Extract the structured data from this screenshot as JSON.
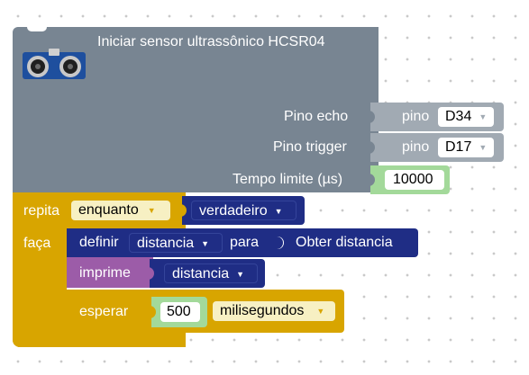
{
  "init_block": {
    "title": "Iniciar sensor ultrassônico HCSR04",
    "echo_label": "Pino echo",
    "trigger_label": "Pino trigger",
    "timeout_label": "Tempo limite (µs)",
    "echo_pin": {
      "prefix": "pino",
      "value": "D34"
    },
    "trigger_pin": {
      "prefix": "pino",
      "value": "D17"
    },
    "timeout_value": "10000"
  },
  "loop_block": {
    "repeat_label": "repita",
    "mode": "enquanto",
    "condition": "verdadeiro",
    "do_label": "faça"
  },
  "set_block": {
    "label": "definir",
    "variable": "distancia",
    "to_label": "para",
    "value_label": "Obter distancia"
  },
  "print_block": {
    "label": "imprime",
    "variable": "distancia"
  },
  "wait_block": {
    "label": "esperar",
    "value": "500",
    "unit": "milisegundos"
  },
  "colors": {
    "sensor_block": "#788592",
    "pin_block": "#a1aab3",
    "loop_block": "#d8a500",
    "boolean_block": "#1f2d85",
    "variable_block": "#1f2d85",
    "print_block": "#9c5ca8",
    "number_block": "#a3d99a",
    "canvas_dots": "#c9c9c9"
  }
}
